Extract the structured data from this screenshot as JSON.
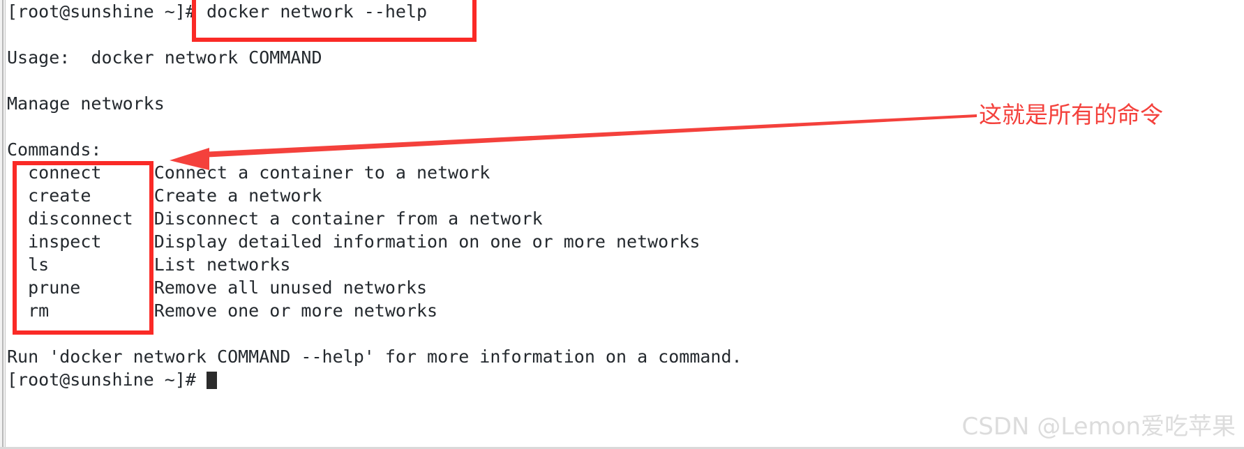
{
  "terminal": {
    "lines": [
      {
        "id": "prompt-command",
        "text": "[root@sunshine ~]# docker network --help"
      },
      {
        "id": "blank-1",
        "text": " "
      },
      {
        "id": "usage",
        "text": "Usage:  docker network COMMAND"
      },
      {
        "id": "blank-2",
        "text": " "
      },
      {
        "id": "manage",
        "text": "Manage networks"
      },
      {
        "id": "blank-3",
        "text": " "
      },
      {
        "id": "commands-header",
        "text": "Commands:"
      },
      {
        "id": "cmd-connect",
        "text": "  connect     Connect a container to a network"
      },
      {
        "id": "cmd-create",
        "text": "  create      Create a network"
      },
      {
        "id": "cmd-disconnect",
        "text": "  disconnect  Disconnect a container from a network"
      },
      {
        "id": "cmd-inspect",
        "text": "  inspect     Display detailed information on one or more networks"
      },
      {
        "id": "cmd-ls",
        "text": "  ls          List networks"
      },
      {
        "id": "cmd-prune",
        "text": "  prune       Remove all unused networks"
      },
      {
        "id": "cmd-rm",
        "text": "  rm          Remove one or more networks"
      },
      {
        "id": "blank-4",
        "text": " "
      },
      {
        "id": "footer-hint",
        "text": "Run 'docker network COMMAND --help' for more information on a command."
      }
    ],
    "final_prompt": "[root@sunshine ~]# ",
    "commands": [
      {
        "name": "connect",
        "description": "Connect a container to a network"
      },
      {
        "name": "create",
        "description": "Create a network"
      },
      {
        "name": "disconnect",
        "description": "Disconnect a container from a network"
      },
      {
        "name": "inspect",
        "description": "Display detailed information on one or more networks"
      },
      {
        "name": "ls",
        "description": "List networks"
      },
      {
        "name": "prune",
        "description": "Remove all unused networks"
      },
      {
        "name": "rm",
        "description": "Remove one or more networks"
      }
    ],
    "hostname_prompt": "[root@sunshine ~]#",
    "typed_command": "docker network --help",
    "usage_line": "Usage:  docker network COMMAND",
    "manage_line": "Manage networks",
    "commands_label": "Commands:"
  },
  "annotations": {
    "note_text": "这就是所有的命令",
    "note_color": "#f4413c",
    "box_color": "#fa2a26",
    "arrow_color": "#f4413c"
  },
  "watermark": {
    "text": "CSDN @Lemon爱吃苹果",
    "color": "#dcdcdc"
  }
}
